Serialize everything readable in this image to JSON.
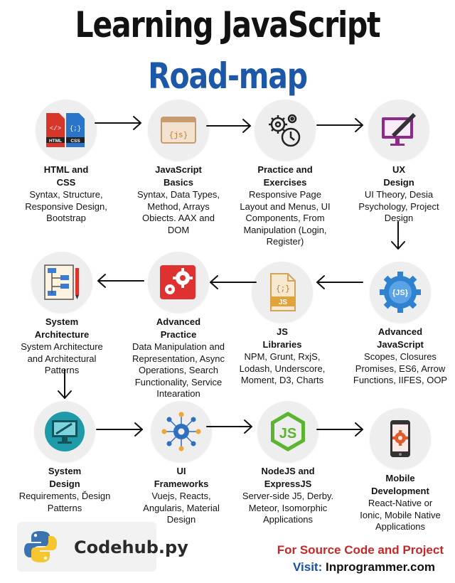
{
  "title": {
    "line1": "Learning JavaScript",
    "line2": "Road-map"
  },
  "icon_texts": {
    "html": "</>",
    "html_label": "HTML",
    "css": "{;}",
    "css_label": "CSS",
    "js_brace": "{js}",
    "js_file_brace": "{;}",
    "js_file_label": "JS",
    "js_gear": "{JS}",
    "node_js": "JS"
  },
  "nodes": [
    {
      "title": "HTML and\nCSS",
      "desc": "Syntax, Structure,\nResponsive Design,\nBootstrap",
      "icon": "html-css-icon"
    },
    {
      "title": "JavaScript\nBasics",
      "desc": "Syntax, Data Types,\nMethod, Arrays\nObiects. AAX and\nDOM",
      "icon": "js-code-window-icon"
    },
    {
      "title": "Practice and\nExercises",
      "desc": "Responsive Page\nLayout and Menus, UI\nComponents, From\nManipulation (Login,\nRegister)",
      "icon": "gears-clock-icon"
    },
    {
      "title": "UX\nDesign",
      "desc": "UI Theory, Desia\nPsychology, Project\nDesign",
      "icon": "monitor-pen-icon"
    },
    {
      "title": "Advanced\nJavaScript",
      "desc": "Scopes, Closures\nPromises, ES6, Arrow\nFunctions, IIFES, OOP",
      "icon": "js-gear-icon"
    },
    {
      "title": "JS\nLibraries",
      "desc": "NPM, Grunt, RxjS,\nLodash, Underscore,\nMoment, D3, Charts",
      "icon": "js-file-icon"
    },
    {
      "title": "Advanced\nPractice",
      "desc": "Data Manipulation and\nRepresentation, Async\nOperations, Search\nFunctionality, Service\nIntearation",
      "icon": "puzzle-gear-icon"
    },
    {
      "title": "System\nArchitecture",
      "desc": "System Architecture\nand Architectural\nPatterns",
      "icon": "architecture-diagram-icon"
    },
    {
      "title": "System\nDesign",
      "desc": "Requirements, Ďesign\nPatterns",
      "icon": "design-monitor-icon"
    },
    {
      "title": "UI\nFrameworks",
      "desc": "Vuejs, Reacts,\nAngularis, Material\nDesign",
      "icon": "network-gear-icon"
    },
    {
      "title": "NodeJS and\nExpressJS",
      "desc": "Server-side J5, Derby.\nMeteor, Isomorphic\nApplications",
      "icon": "nodejs-hexagon-icon"
    },
    {
      "title": "Mobile\nDevelopment",
      "desc": "React-Native or\nIonic, Mobile Native\nApplications",
      "icon": "mobile-gear-icon"
    }
  ],
  "brand": {
    "name": "Codehub.py"
  },
  "footer": {
    "line1": "For Source Code and Project",
    "visit_label": "Visit:",
    "site": "Inprogrammer.com"
  },
  "colors": {
    "title_dark": "#121212",
    "title_blue": "#1c57a8",
    "footer_red": "#c62828",
    "circle_bg": "#eeeeee"
  }
}
